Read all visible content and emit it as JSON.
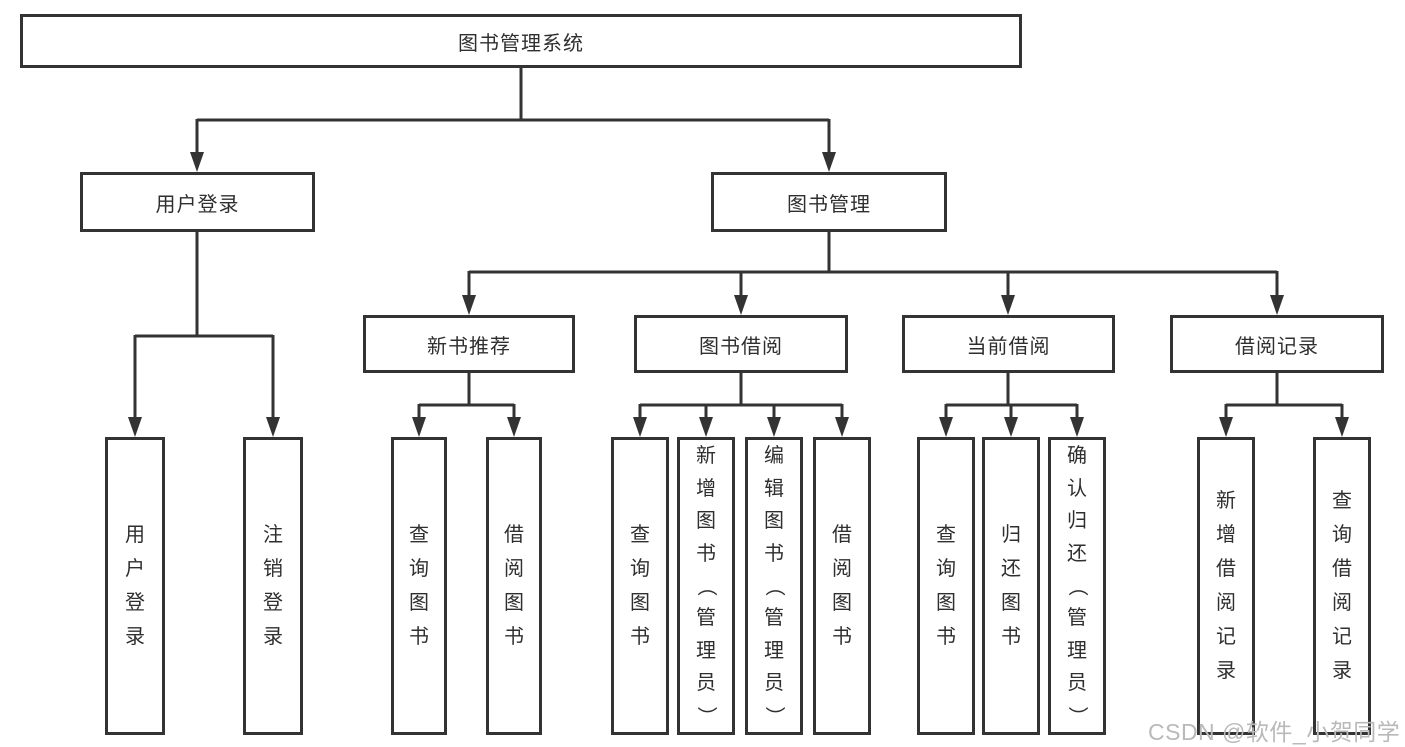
{
  "diagram": {
    "root": {
      "label": "图书管理系统"
    },
    "level2": [
      {
        "label": "用户登录"
      },
      {
        "label": "图书管理"
      }
    ],
    "level3": [
      {
        "label": "新书推荐"
      },
      {
        "label": "图书借阅"
      },
      {
        "label": "当前借阅"
      },
      {
        "label": "借阅记录"
      }
    ],
    "leaves": {
      "user_login": [
        "用户登录",
        "注销登录"
      ],
      "new_book": [
        "查询图书",
        "借阅图书"
      ],
      "book_borrow": [
        "查询图书",
        "新增图书（管理员）",
        "编辑图书（管理员）",
        "借阅图书"
      ],
      "current_borrow": [
        "查询图书",
        "归还图书",
        "确认归还（管理员）"
      ],
      "borrow_records": [
        "新增借阅记录",
        "查询借阅记录"
      ]
    }
  },
  "watermark": {
    "text": "CSDN @软件_小贺同学"
  },
  "colors": {
    "line": "#333333",
    "text": "#2f2f2f",
    "background": "#ffffff",
    "watermark": "#b9b9b9"
  }
}
